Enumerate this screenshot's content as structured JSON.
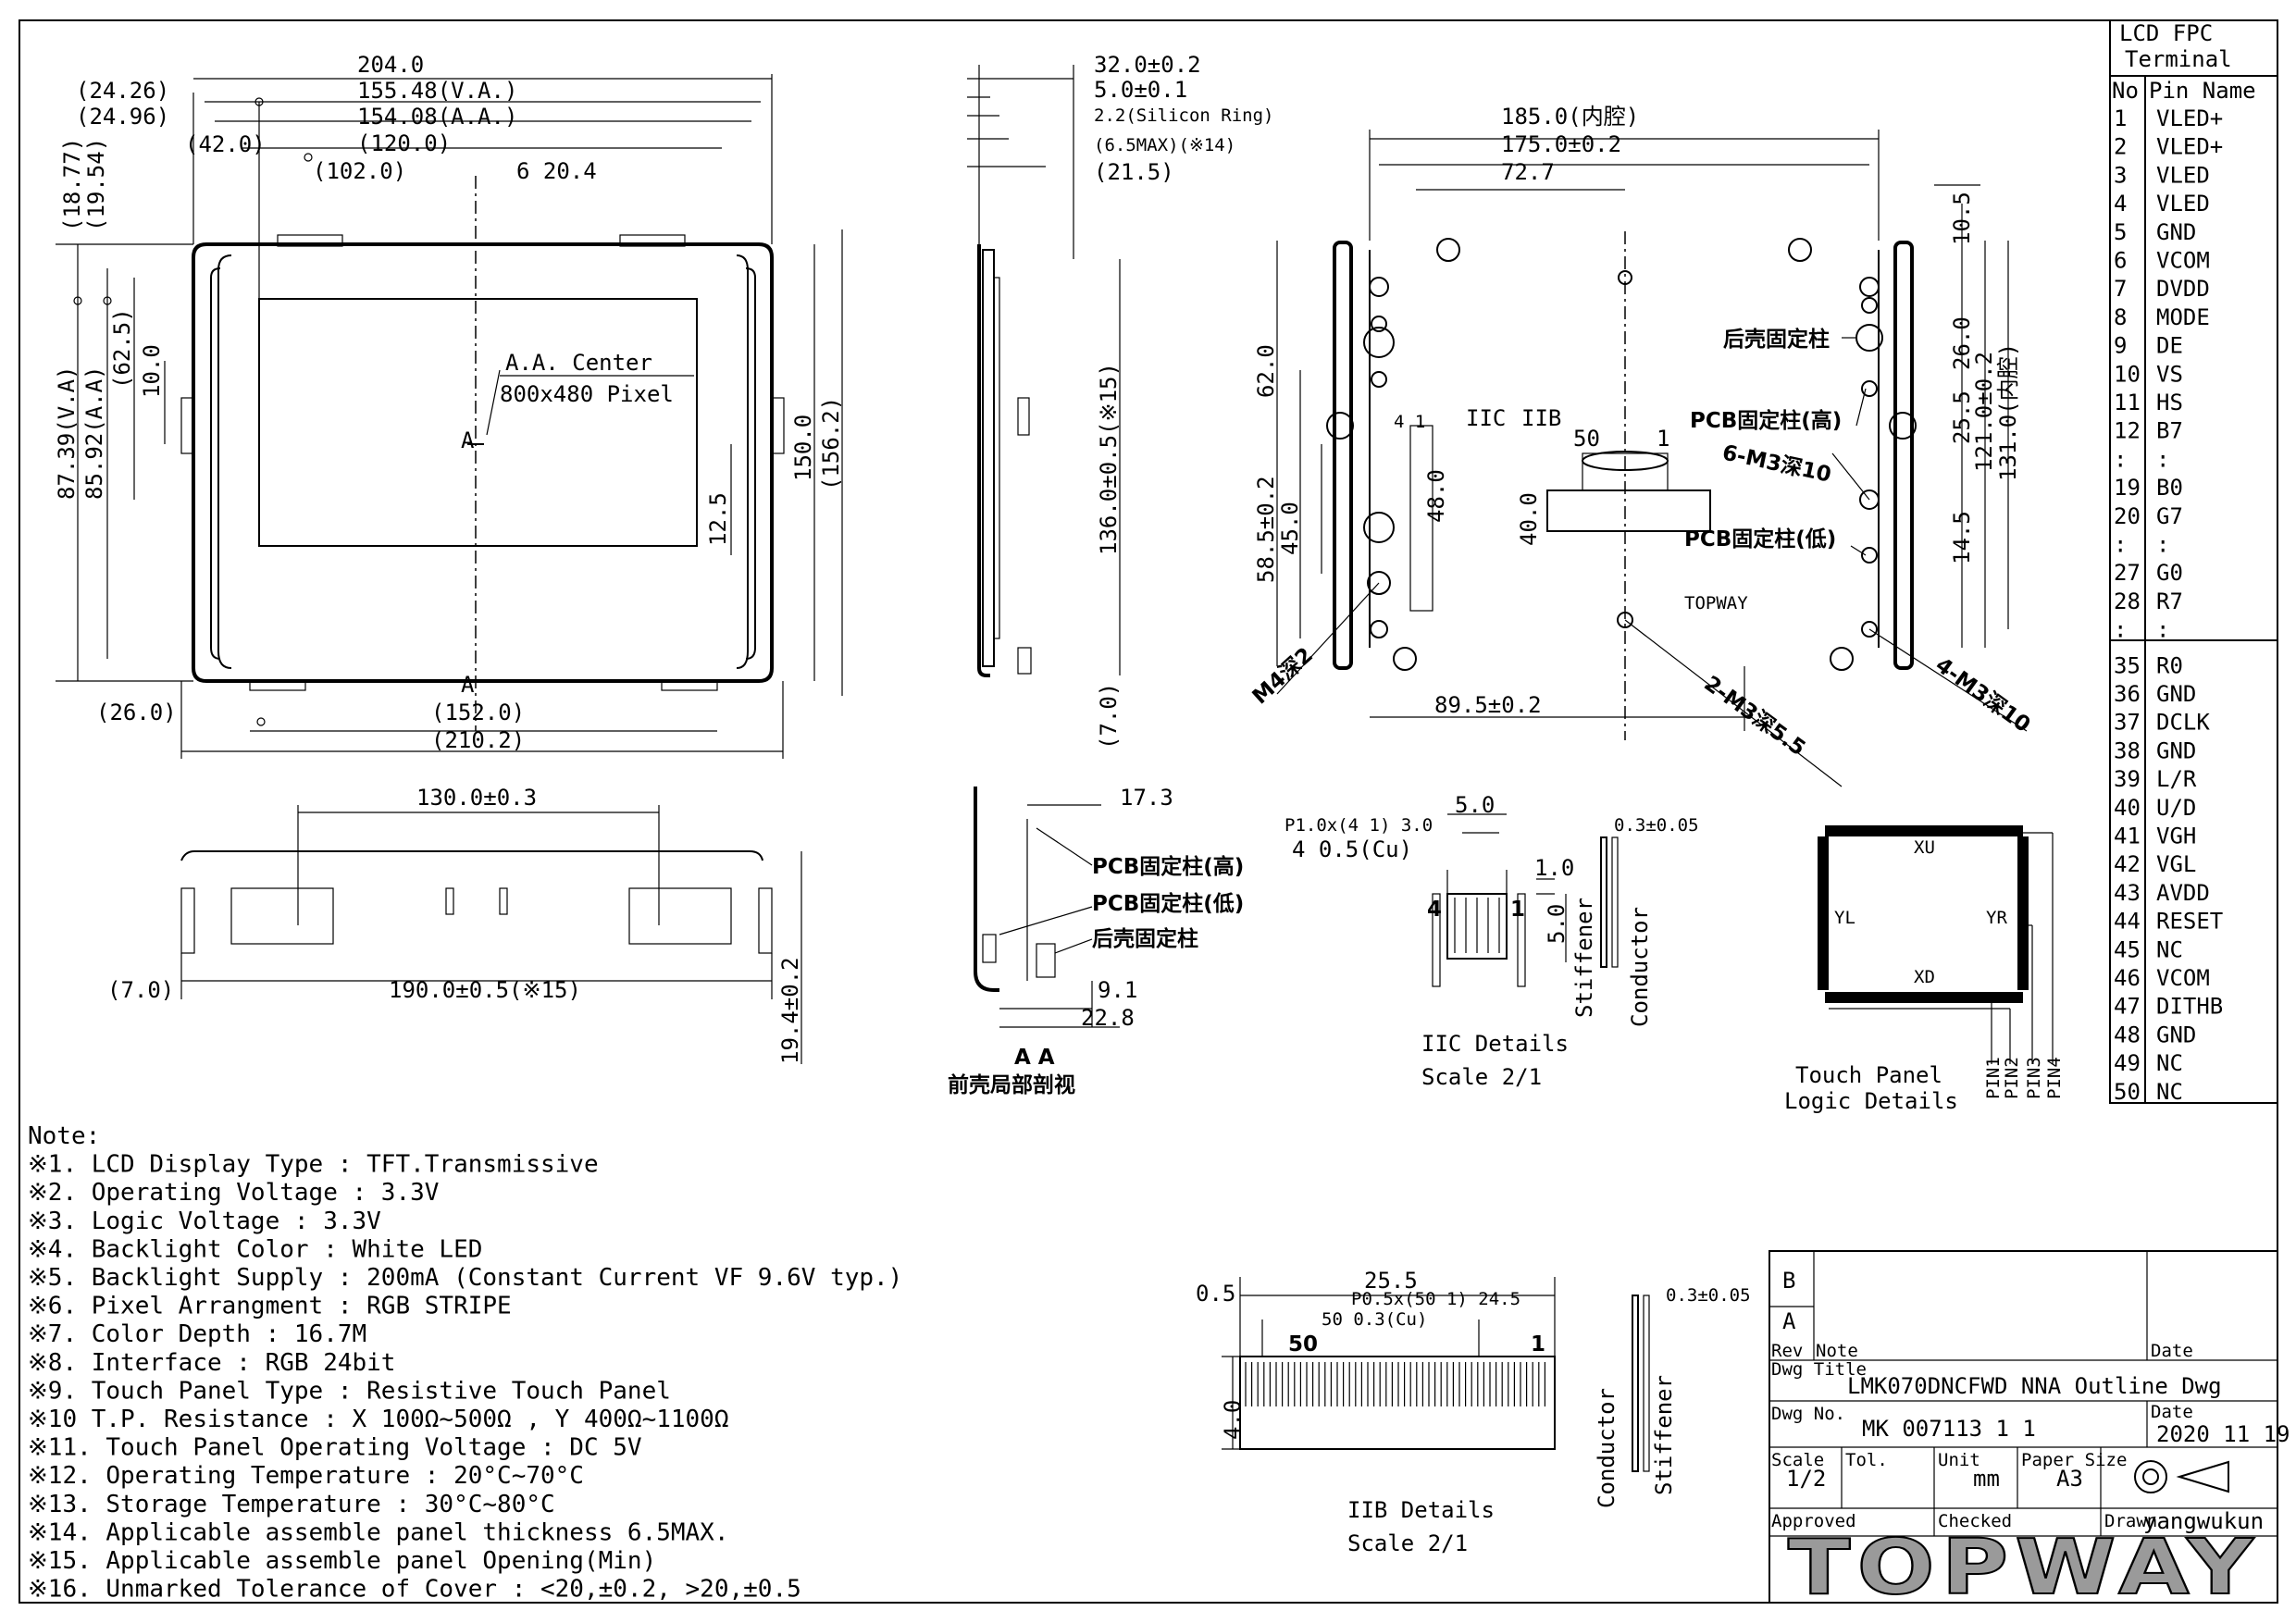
{
  "front_view": {
    "dims_top": [
      "204.0",
      "155.48(V.A.)",
      "154.08(A.A.)",
      "(120.0)"
    ],
    "dim_left_top": [
      "(24.26)",
      "(24.96)"
    ],
    "dim_42": "(42.0)",
    "dim_102": "(102.0)",
    "dim_6_204": "6  20.4",
    "aa_center": "A.A. Center",
    "pixels": "800x480 Pixel",
    "dims_left_v": [
      "(18.77)",
      "(19.54)",
      "87.39(V.A)",
      "85.92(A.A)",
      "(62.5)",
      "10.0"
    ],
    "dims_right_v": [
      "12.5",
      "150.0",
      "(156.2)"
    ],
    "dim_26": "(26.0)",
    "dims_bottom": [
      "(152.0)",
      "(210.2)"
    ],
    "section_marks": [
      "A",
      "A"
    ]
  },
  "side_view": {
    "dims": [
      "32.0±0.2",
      "5.0±0.1",
      "2.2(Silicon Ring)",
      "(6.5MAX)(※14)",
      "(21.5)"
    ],
    "dim_v": "136.0±0.5(※15)",
    "dim_7": "(7.0)"
  },
  "back_view": {
    "dims_top": [
      "185.0(内腔)",
      "175.0±0.2",
      "72.7"
    ],
    "labels": [
      "后壳固定柱",
      "PCB固定柱(高)",
      "6-M3深10",
      "PCB固定柱(低)",
      "4-M3深10",
      "2-M3深5.5",
      "M4深2"
    ],
    "dims_left_v": [
      "62.0",
      "58.5±0.2",
      "45.0",
      "48.0",
      "40.0"
    ],
    "dims_right_v": [
      "10.5",
      "26.0",
      "25.5",
      "121.0±0.2",
      "131.0(内腔)",
      "14.5"
    ],
    "dim_bottom": "89.5±0.2",
    "markers": [
      "IIC",
      "IIB",
      "4 1",
      "50",
      "1"
    ],
    "brand_small": "TOPWAY"
  },
  "bottom_view": {
    "dim_top": "130.0±0.3",
    "dim_bottom": "190.0±0.5(※15)",
    "dim_7": "(7.0)",
    "dim_v": "19.4±0.2"
  },
  "section_aa": {
    "dims": [
      "17.3",
      "9.1",
      "22.8"
    ],
    "labels": [
      "PCB固定柱(高)",
      "PCB固定柱(低)",
      "后壳固定柱"
    ],
    "marks": "A  A",
    "title": "前壳局部剖视"
  },
  "detail_c": {
    "dims": [
      "P1.0x(4 1) 3.0",
      "4  0.5(Cu)",
      "5.0",
      "1.0",
      "5.0",
      "0.3±0.05"
    ],
    "pin_marks": [
      "4",
      "1"
    ],
    "stiffener": "Stiffener",
    "conductor": "Conductor",
    "title": "IIC Details",
    "scale": "Scale 2/1"
  },
  "detail_b": {
    "dims": [
      "25.5",
      "0.5",
      "P0.5x(50 1) 24.5",
      "50  0.3(Cu)",
      "4.0",
      "0.3±0.05"
    ],
    "pin_marks": [
      "50",
      "1"
    ],
    "conductor": "Conductor",
    "stiffener": "Stiffener",
    "title": "IIB Details",
    "scale": "Scale 2/1"
  },
  "touch_panel": {
    "labels": [
      "XU",
      "YL",
      "YR",
      "XD"
    ],
    "pins": [
      "PIN1",
      "PIN2",
      "PIN3",
      "PIN4"
    ],
    "title": "Touch Panel",
    "subtitle": "Logic Details"
  },
  "notes": [
    "Note:",
    "※1. LCD Display Type : TFT.Transmissive",
    "※2. Operating Voltage : 3.3V",
    "※3. Logic Voltage : 3.3V",
    "※4. Backlight Color : White LED",
    "※5. Backlight Supply : 200mA (Constant Current VF 9.6V typ.)",
    "※6. Pixel Arrangment : RGB STRIPE",
    "※7. Color Depth : 16.7M",
    "※8. Interface : RGB 24bit",
    "※9. Touch Panel Type : Resistive Touch Panel",
    "※10 T.P. Resistance : X 100Ω~500Ω , Y 400Ω~1100Ω",
    "※11. Touch Panel Operating Voltage : DC 5V",
    "※12. Operating Temperature :  20°C~70°C",
    "※13. Storage Temperature :  30°C~80°C",
    "※14. Applicable assemble panel thickness    6.5MAX.",
    "※15. Applicable assemble panel Opening(Min)",
    "※16. Unmarked Tolerance of Cover : <20,±0.2, >20,±0.5"
  ],
  "pin_table": {
    "header": [
      "LCD FPC",
      "Terminal"
    ],
    "col_no": "No",
    "col_name": "Pin Name",
    "rows": [
      [
        "1",
        "VLED+"
      ],
      [
        "2",
        "VLED+"
      ],
      [
        "3",
        "VLED"
      ],
      [
        "4",
        "VLED"
      ],
      [
        "5",
        "GND"
      ],
      [
        "6",
        "VCOM"
      ],
      [
        "7",
        "DVDD"
      ],
      [
        "8",
        "MODE"
      ],
      [
        "9",
        "DE"
      ],
      [
        "10",
        "VS"
      ],
      [
        "11",
        "HS"
      ],
      [
        "12",
        "B7"
      ],
      [
        ":",
        ":"
      ],
      [
        "19",
        "B0"
      ],
      [
        "20",
        "G7"
      ],
      [
        ":",
        ":"
      ],
      [
        "27",
        "G0"
      ],
      [
        "28",
        "R7"
      ],
      [
        ":",
        ":"
      ],
      [
        "35",
        "R0"
      ],
      [
        "36",
        "GND"
      ],
      [
        "37",
        "DCLK"
      ],
      [
        "38",
        "GND"
      ],
      [
        "39",
        "L/R"
      ],
      [
        "40",
        "U/D"
      ],
      [
        "41",
        "VGH"
      ],
      [
        "42",
        "VGL"
      ],
      [
        "43",
        "AVDD"
      ],
      [
        "44",
        "RESET"
      ],
      [
        "45",
        "NC"
      ],
      [
        "46",
        "VCOM"
      ],
      [
        "47",
        "DITHB"
      ],
      [
        "48",
        "GND"
      ],
      [
        "49",
        "NC"
      ],
      [
        "50",
        "NC"
      ]
    ]
  },
  "title_block": {
    "revs": [
      "B",
      "A"
    ],
    "rev_label": "Rev",
    "note_label": "Note",
    "date_label": "Date",
    "dwg_title_label": "Dwg Title",
    "dwg_title": "LMK070DNCFWD NNA Outline Dwg",
    "dwg_no_label": "Dwg No.",
    "dwg_no": "MK 007113 1 1",
    "date_label2": "Date",
    "date": "2020 11 19",
    "scale_label": "Scale",
    "scale": "1/2",
    "tol_label": "Tol.",
    "unit_label": "Unit",
    "unit": "mm",
    "paper_label": "Paper Size",
    "paper": "A3",
    "approved_label": "Approved",
    "checked_label": "Checked",
    "drawn_label": "Drawn",
    "drawn": "yangwukun",
    "logo": "TOPWAY"
  }
}
